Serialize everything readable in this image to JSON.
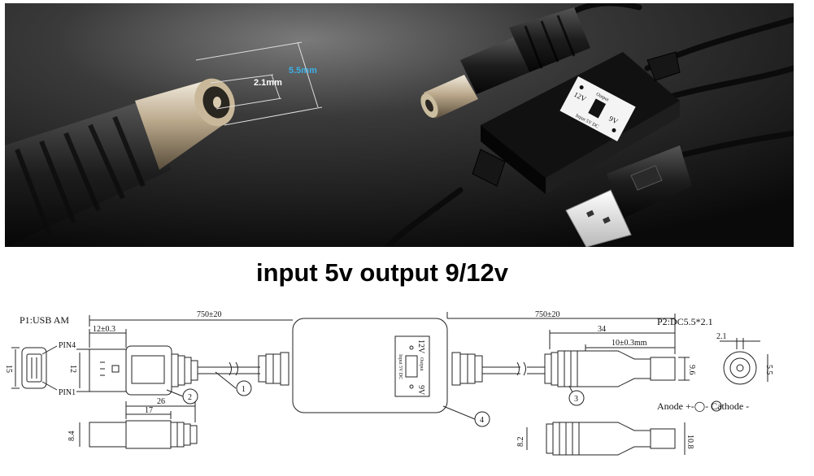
{
  "photo": {
    "dim_outer": "5.5mm",
    "dim_inner": "2.1mm",
    "box_label_left": "12V",
    "box_label_right": "9V",
    "box_label_output": "Output",
    "box_label_input": "Input 5V DC"
  },
  "headline": "input 5v output 9/12v",
  "drawing": {
    "p1_label": "P1:USB AM",
    "pin4": "PIN4",
    "pin1": "PIN1",
    "dim_15": "15",
    "dim_12_left": "12",
    "dim_12_tol": "12±0.3",
    "dim_750_left": "750±20",
    "dim_750_right": "750±20",
    "dim_26": "26",
    "dim_17": "17",
    "dim_8_4": "8.4",
    "dim_34": "34",
    "dim_10_tol": "10±0.3mm",
    "dim_9_6": "9.6",
    "dim_8_2": "8.2",
    "dim_10_8": "10.8",
    "p2_label": "P2:DC5.5*2.1",
    "dim_2_1": "2.1",
    "dim_5_5": "5.5",
    "polarity": "Anode +-◯- Cathode -",
    "callout_1": "1",
    "callout_2": "2",
    "callout_3": "3",
    "callout_4": "4",
    "box_12v": "12V",
    "box_9v": "9V",
    "box_output": "Output",
    "box_input": "Input 5V DC"
  }
}
